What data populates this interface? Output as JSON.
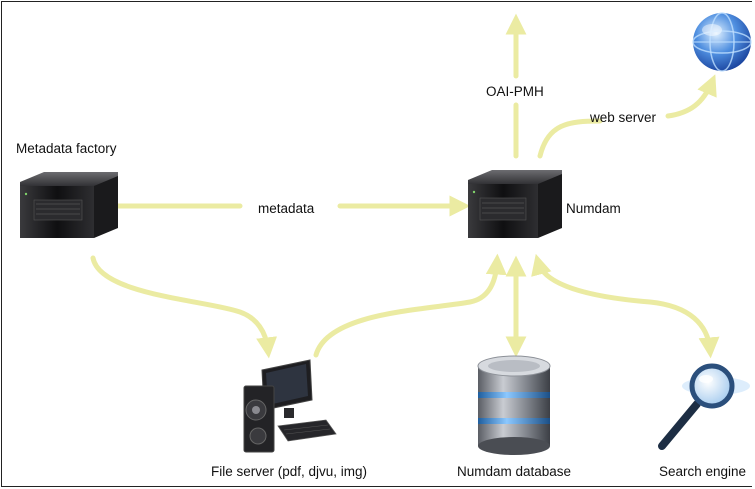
{
  "nodes": {
    "metadata_factory": {
      "label": "Metadata factory",
      "icon": "server-icon"
    },
    "numdam": {
      "label": "Numdam",
      "icon": "server-icon"
    },
    "file_server": {
      "label": "File server (pdf, djvu, img)",
      "icon": "workstation-icon"
    },
    "numdam_database": {
      "label": "Numdam database",
      "icon": "database-icon"
    },
    "search_engine": {
      "label": "Search engine",
      "icon": "magnifier-icon"
    },
    "web": {
      "label": "",
      "icon": "globe-icon"
    }
  },
  "edges": {
    "metadata": "metadata",
    "oai_pmh": "OAI-PMH",
    "web_server": "web server"
  },
  "colors": {
    "arrow": "#ebeba2",
    "server_dark": "#1c1c1e",
    "database_blue": "#3f8fd6",
    "globe_blue": "#2a6fd1",
    "text": "#111111"
  }
}
